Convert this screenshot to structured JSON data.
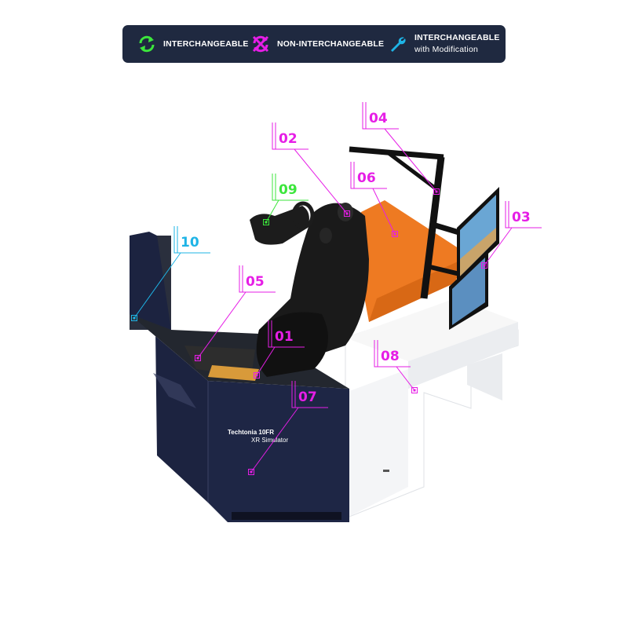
{
  "legend": {
    "items": [
      {
        "label": "INTERCHANGEABLE",
        "icon": "interchangeable-arrows-icon",
        "color": "#3ce63c"
      },
      {
        "label": "NON-INTERCHANGEABLE",
        "icon": "non-interchangeable-icon",
        "color": "#e61ee6"
      },
      {
        "label": "INTERCHANGEABLE",
        "label_line2": "with Modification",
        "icon": "wrench-icon",
        "color": "#1eb4e6"
      }
    ]
  },
  "product": {
    "line1": "Techtonia 10FR",
    "line2": "XR Simulator"
  },
  "callouts": [
    {
      "id": "01",
      "label": "01",
      "kind": "non-interchangeable"
    },
    {
      "id": "02",
      "label": "02",
      "kind": "non-interchangeable"
    },
    {
      "id": "03",
      "label": "03",
      "kind": "non-interchangeable"
    },
    {
      "id": "04",
      "label": "04",
      "kind": "non-interchangeable"
    },
    {
      "id": "05",
      "label": "05",
      "kind": "non-interchangeable"
    },
    {
      "id": "06",
      "label": "06",
      "kind": "non-interchangeable"
    },
    {
      "id": "07",
      "label": "07",
      "kind": "non-interchangeable"
    },
    {
      "id": "08",
      "label": "08",
      "kind": "non-interchangeable"
    },
    {
      "id": "09",
      "label": "09",
      "kind": "interchangeable"
    },
    {
      "id": "10",
      "label": "10",
      "kind": "interchangeable-with-modification"
    }
  ],
  "colors": {
    "non-interchangeable": "#e61ee6",
    "interchangeable": "#3ce63c",
    "interchangeable-with-modification": "#1eb4e6",
    "cabinet": "#1c2340",
    "accent": "#ee7a22"
  }
}
